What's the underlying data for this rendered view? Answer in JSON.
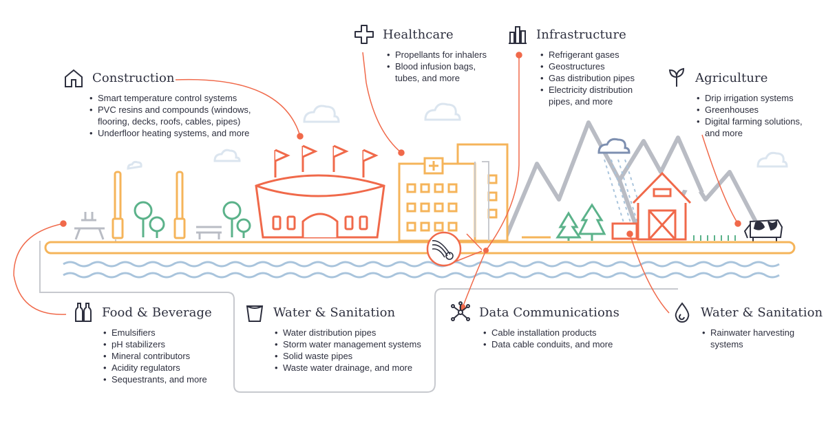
{
  "construction": {
    "title": "Construction",
    "items": [
      "Smart temperature control systems",
      "PVC resins and compounds (windows,",
      "flooring, decks, roofs, cables, pipes)",
      "Underfloor heating systems, and more"
    ]
  },
  "healthcare": {
    "title": "Healthcare",
    "items": [
      "Propellants for inhalers",
      "Blood infusion bags,",
      "tubes, and more"
    ]
  },
  "infrastructure": {
    "title": "Infrastructure",
    "items": [
      "Refrigerant gases",
      "Geostructures",
      "Gas distribution pipes",
      "Electricity distribution",
      "pipes, and more"
    ]
  },
  "agriculture": {
    "title": "Agriculture",
    "items": [
      "Drip irrigation systems",
      "Greenhouses",
      "Digital farming solutions,",
      "and more"
    ]
  },
  "food_beverage": {
    "title": "Food & Beverage",
    "items": [
      "Emulsifiers",
      "pH stabilizers",
      "Mineral contributors",
      "Acidity regulators",
      "Sequestrants, and more"
    ]
  },
  "water_sanitation_1": {
    "title": "Water & Sanitation",
    "items": [
      "Water distribution pipes",
      "Storm water management systems",
      "Solid waste pipes",
      "Waste water drainage, and more"
    ]
  },
  "data_communications": {
    "title": "Data Communications",
    "items": [
      "Cable installation products",
      "Data cable conduits, and more"
    ]
  },
  "water_sanitation_2": {
    "title": "Water & Sanitation",
    "items": [
      "Rainwater harvesting",
      "systems"
    ]
  },
  "colors": {
    "accent": "#f0694a",
    "structure": "#f5b45a",
    "mountain": "#b9bcc4",
    "tree": "#5bb28a",
    "water": "#a9c4dc",
    "cloud": "#dbe5ef",
    "text": "#2d2f3e"
  }
}
